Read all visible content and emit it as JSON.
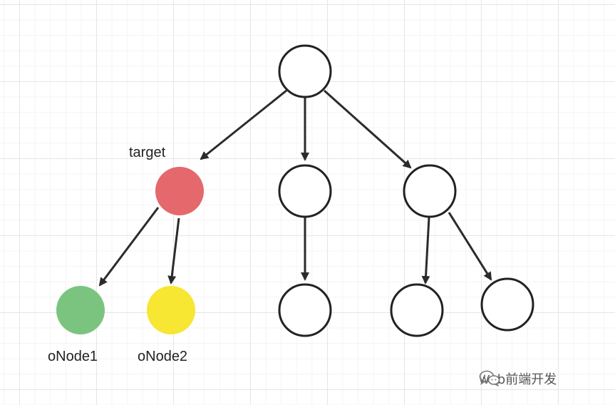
{
  "labels": {
    "target": "target",
    "onode1": "oNode1",
    "onode2": "oNode2"
  },
  "watermark": {
    "icon": "wechat-icon",
    "text": "web前端开发"
  },
  "colors": {
    "target_fill": "#e4686c",
    "onode1_fill": "#7bc47f",
    "onode2_fill": "#f7e632",
    "default_fill": "#ffffff",
    "stroke": "#222222"
  }
}
